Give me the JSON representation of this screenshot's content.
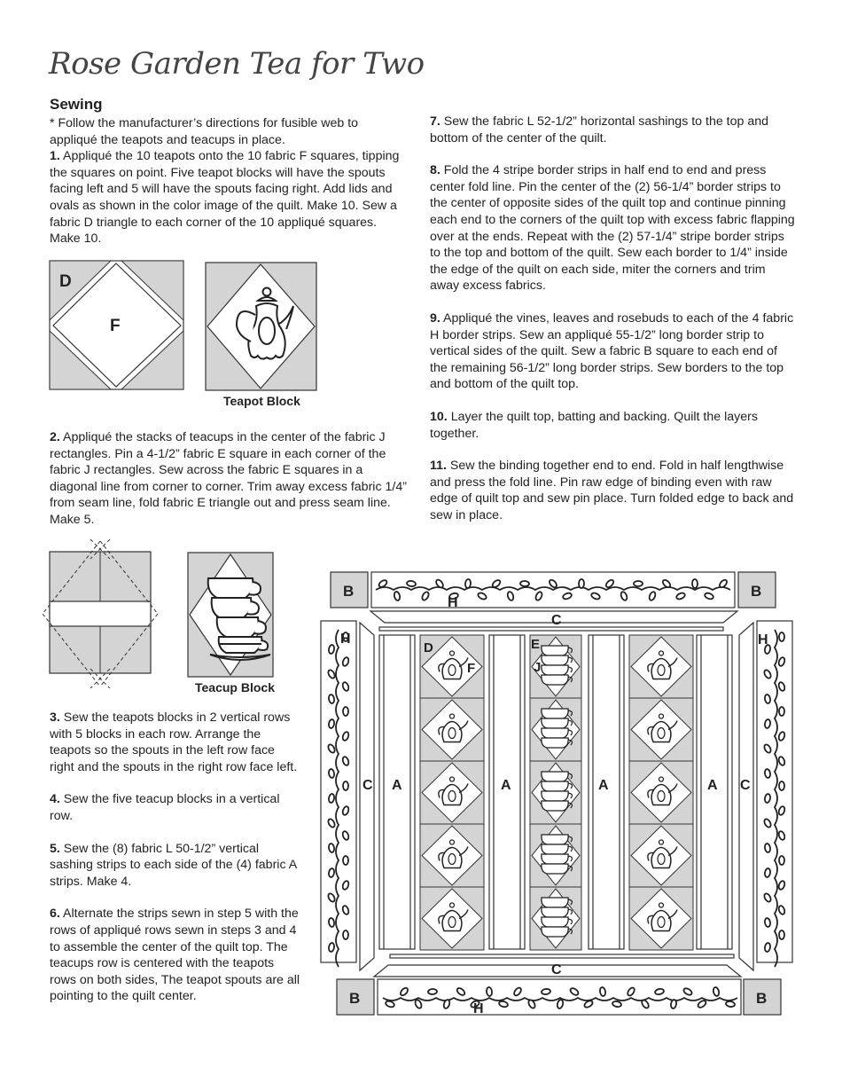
{
  "title": "Rose Garden Tea for Two",
  "heading": "Sewing",
  "intro": "* Follow the manufacturer’s directions for fusible web to appliqué the teapots and teacups in place.",
  "steps": [
    {
      "num": "1.",
      "text": "Appliqué the 10 teapots onto the 10 fabric F squares, tipping the squares on point. Five teapot blocks will have the spouts facing left and 5 will have the spouts facing right. Add lids and ovals as shown in the color image of the quilt. Make 10. Sew a fabric D triangle to each corner of the 10 appliqué squares. Make 10."
    },
    {
      "num": "2.",
      "text": "Appliqué the stacks of teacups in the center of the fabric J rectangles. Pin a 4-1/2” fabric E square in each corner of the fabric J rectangles. Sew across the fabric E squares in a diagonal line from corner to corner. Trim away excess fabric 1/4” from seam line, fold fabric E triangle out and press seam line. Make 5."
    },
    {
      "num": "3.",
      "text": "Sew the teapots blocks in 2 vertical rows with 5 blocks in each row. Arrange the teapots so the spouts in the left row face right and the spouts in the right row face left."
    },
    {
      "num": "4.",
      "text": "Sew the five teacup blocks in a vertical row."
    },
    {
      "num": "5.",
      "text": "Sew the (8) fabric L 50-1/2” vertical sashing strips to each side of the (4) fabric A strips. Make 4."
    },
    {
      "num": "6.",
      "text": "Alternate the strips sewn in step 5 with the rows of appliqué rows sewn in steps 3 and 4 to assemble the center of the quilt top. The teacups row is centered with the teapots rows on both sides, The teapot spouts are all pointing to the quilt center."
    },
    {
      "num": "7.",
      "text": "Sew the fabric L 52-1/2” horizontal sashings to the top and bottom of the center of the quilt."
    },
    {
      "num": "8.",
      "text": "Fold the 4 stripe border strips in half end to end and press center fold line. Pin the center of the (2) 56-1/4” border strips to the center of opposite sides of the quilt top and continue pinning each end to the corners of the quilt top with excess fabric flapping over at the ends. Repeat with the (2) 57-1/4” stripe border strips to the top and bottom of the quilt. Sew each border to 1/4” inside the edge of the quilt on each side, miter the corners and trim away excess fabrics."
    },
    {
      "num": "9.",
      "text": "Appliqué the vines, leaves and rosebuds to each of the 4 fabric H border strips. Sew an appliqué 55-1/2” long border strip to vertical sides of the quilt. Sew a fabric B square to each end of the remaining 56-1/2” long border strips. Sew borders to the top and bottom of the quilt top."
    },
    {
      "num": "10.",
      "text": "Layer the quilt top, batting and backing. Quilt the layers together."
    },
    {
      "num": "11.",
      "text": "Sew the binding together end to end. Fold in half lengthwise and press the fold line. Pin raw edge of binding even with raw edge of quilt top and sew pin place. Turn folded edge to back and sew in place."
    }
  ],
  "captions": {
    "teapot_block": "Teapot Block",
    "teacup_block": "Teacup Block"
  },
  "diagram_labels": {
    "block_d": "D",
    "block_f": "F",
    "b": "B",
    "h": "H",
    "c": "C",
    "a": "A",
    "d": "D",
    "f": "F",
    "e": "E",
    "j": "J"
  },
  "colors": {
    "fabric_gray": "#d4d4d4",
    "line": "#333333"
  }
}
